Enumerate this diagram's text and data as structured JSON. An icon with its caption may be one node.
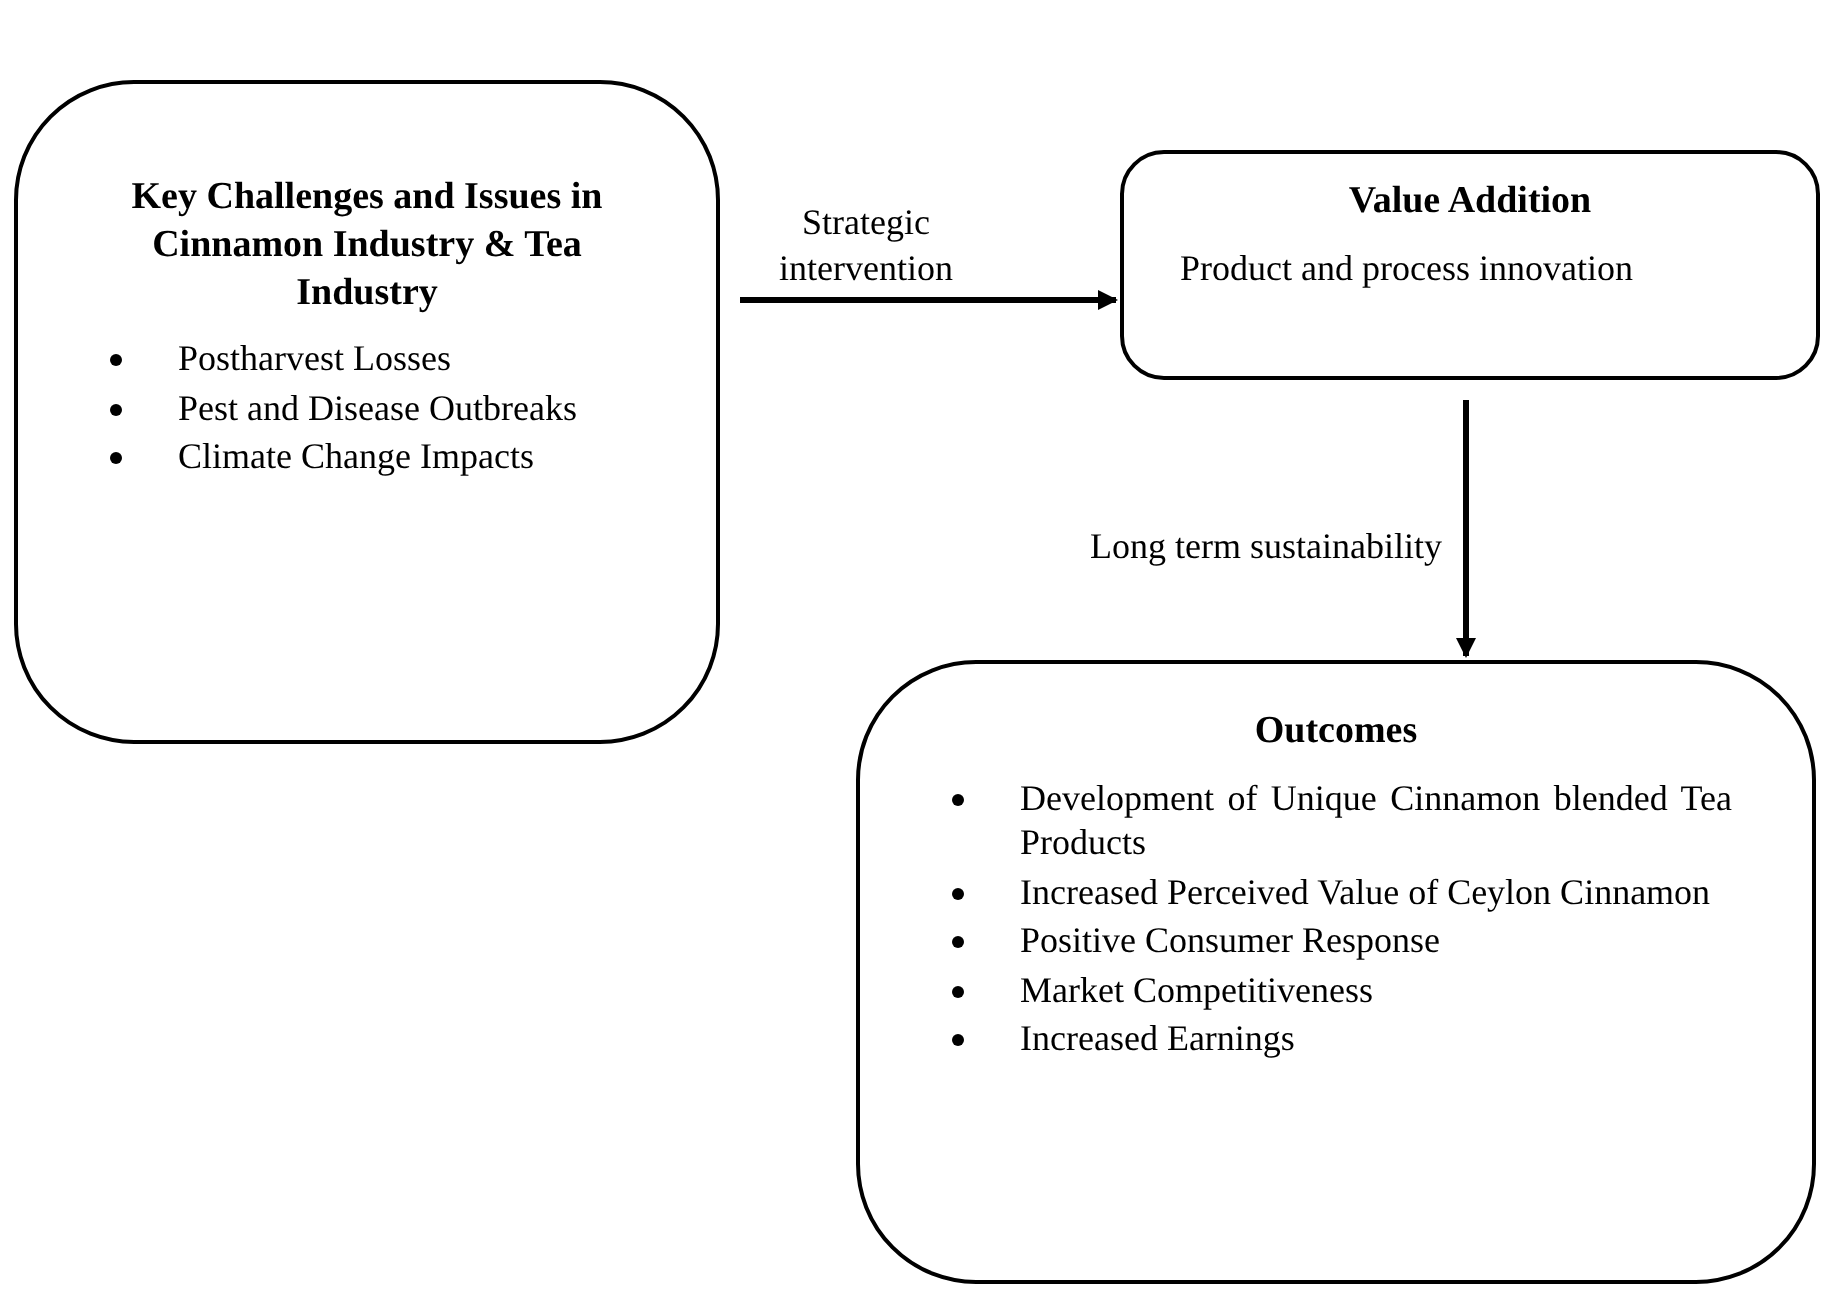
{
  "diagram": {
    "nodes": [
      {
        "text": [
          "Key Challenges and Issues in Cinnamon Industry & Tea Industry",
          "Postharvest Losses",
          "Pest and Disease Outbreaks",
          "Climate Change Impacts"
        ]
      },
      {
        "text": [
          "Value Addition",
          "Product and process innovation"
        ]
      },
      {
        "text": [
          "Outcomes",
          "Development of Unique Cinnamon blended Tea Products",
          "Increased Perceived Value of Ceylon Cinnamon",
          "Positive Consumer Response",
          "Market Competitiveness",
          "Increased Earnings"
        ]
      }
    ],
    "edges": [
      {
        "from": 0,
        "to": 1,
        "arrow": "to",
        "label": "Strategic intervention"
      },
      {
        "from": 1,
        "to": 2,
        "arrow": "to",
        "label": "Long term sustainability"
      }
    ]
  }
}
